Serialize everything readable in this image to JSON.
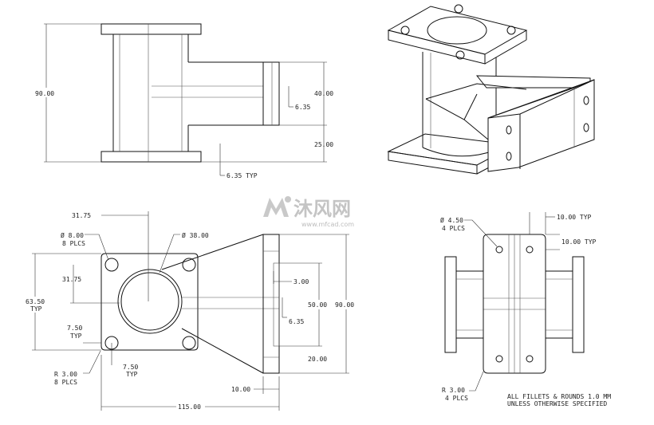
{
  "front_view": {
    "dims": {
      "height_total": "90.00",
      "arm_height": "40.00",
      "arm_web": "6.35",
      "lower_gap": "25.00",
      "flange_typ": "6.35 TYP"
    }
  },
  "top_view": {
    "dims": {
      "offset_width": "31.75",
      "hole_dia": "Ø 8.00",
      "hole_count": "8 PLCS",
      "offset_height": "31.75",
      "square_size": "63.50",
      "square_typ": "TYP",
      "bore_dia": "Ø 38.00",
      "edge_v": "7.50",
      "edge_v_typ": "TYP",
      "edge_h": "7.50",
      "edge_h_typ": "TYP",
      "corner_r": "R 3.00",
      "corner_count": "8 PLCS",
      "slot_depth": "3.00",
      "slot_height": "50.00",
      "height_total": "90.00",
      "web": "6.35",
      "lower": "20.00",
      "lower_width": "10.00",
      "length_total": "115.00"
    }
  },
  "side_view": {
    "dims": {
      "hole_dia": "Ø 4.50",
      "hole_count": "4 PLCS",
      "hole_spacing_h": "10.00 TYP",
      "hole_spacing_v": "10.00 TYP",
      "corner_r": "R 3.00",
      "corner_count": "4 PLCS"
    }
  },
  "notes": {
    "line1": "ALL FILLETS & ROUNDS 1.0 MM",
    "line2": "UNLESS OTHERWISE SPECIFIED"
  },
  "watermark": {
    "brand_cn": "沐风网",
    "url": "www.mfcad.com"
  },
  "colors": {
    "line": "#111111",
    "watermark": "#c9c9c9"
  }
}
